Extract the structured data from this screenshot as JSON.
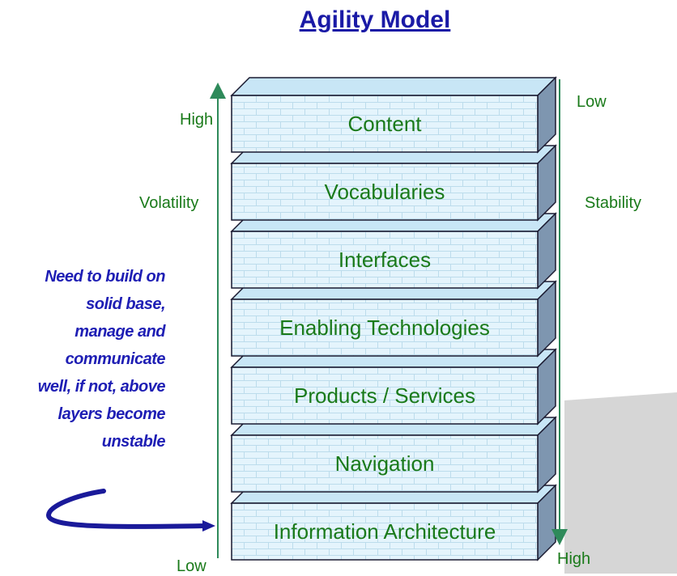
{
  "title": "Agility Model",
  "layers": [
    "Content",
    "Vocabularies",
    "Interfaces",
    "Enabling Technologies",
    "Products / Services",
    "Navigation",
    "Information Architecture"
  ],
  "left_axis": {
    "high": "High",
    "label": "Volatility",
    "low": "Low"
  },
  "right_axis": {
    "low": "Low",
    "label": "Stability",
    "high": "High"
  },
  "note_lines": [
    "Need to build on",
    "solid base,",
    "manage and",
    "communicate",
    "well, if not, above",
    "layers become",
    "unstable"
  ],
  "colors": {
    "title": "#1a1aa6",
    "label_text": "#1a7a1a",
    "note_text": "#1e1eb4",
    "brick_fill": "#e4f4fc",
    "brick_line": "#bcdcec",
    "block_top": "#c8e6f6",
    "block_side": "#7e96b0",
    "block_edge": "#1a1a30",
    "arrow": "#2e8a5a",
    "shadow": "#d6d6d6"
  }
}
